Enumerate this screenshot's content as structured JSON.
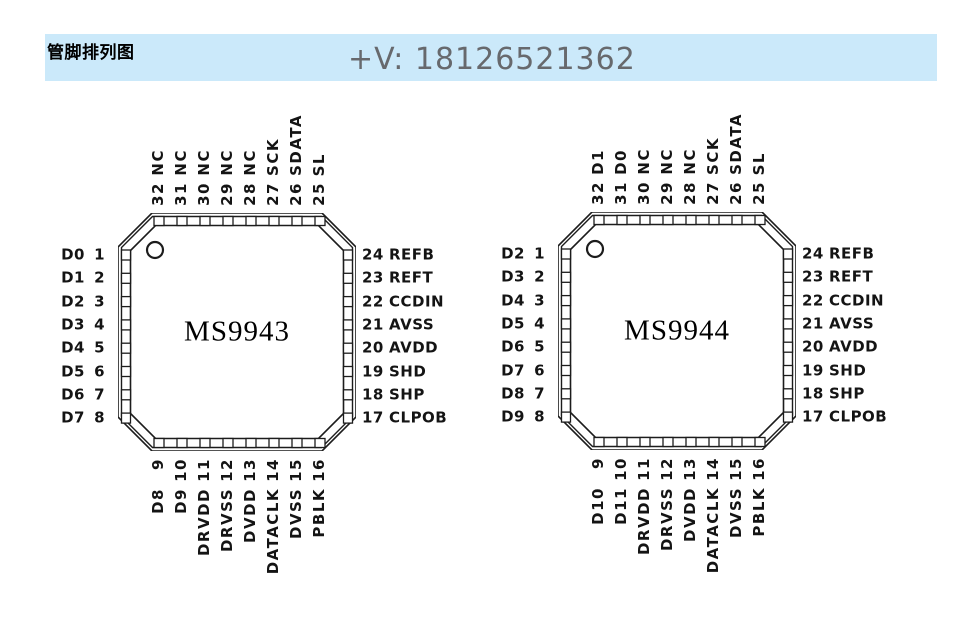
{
  "header": {
    "title": "管脚排列图",
    "watermark": "+V: 18126521362",
    "bar_color": "#cbe9fa",
    "watermark_color": "#67696d"
  },
  "chips": [
    {
      "name": "MS9943",
      "pin_one_marker": "circle-outline",
      "pins": {
        "left": [
          {
            "num": "1",
            "label": "D0"
          },
          {
            "num": "2",
            "label": "D1"
          },
          {
            "num": "3",
            "label": "D2"
          },
          {
            "num": "4",
            "label": "D3"
          },
          {
            "num": "5",
            "label": "D4"
          },
          {
            "num": "6",
            "label": "D5"
          },
          {
            "num": "7",
            "label": "D6"
          },
          {
            "num": "8",
            "label": "D7"
          }
        ],
        "bottom": [
          {
            "num": "9",
            "label": "D8"
          },
          {
            "num": "10",
            "label": "D9"
          },
          {
            "num": "11",
            "label": "DRVDD"
          },
          {
            "num": "12",
            "label": "DRVSS"
          },
          {
            "num": "13",
            "label": "DVDD"
          },
          {
            "num": "14",
            "label": "DATACLK"
          },
          {
            "num": "15",
            "label": "DVSS"
          },
          {
            "num": "16",
            "label": "PBLK"
          }
        ],
        "right": [
          {
            "num": "24",
            "label": "REFB"
          },
          {
            "num": "23",
            "label": "REFT"
          },
          {
            "num": "22",
            "label": "CCDIN"
          },
          {
            "num": "21",
            "label": "AVSS"
          },
          {
            "num": "20",
            "label": "AVDD"
          },
          {
            "num": "19",
            "label": "SHD"
          },
          {
            "num": "18",
            "label": "SHP"
          },
          {
            "num": "17",
            "label": "CLPOB"
          }
        ],
        "top": [
          {
            "num": "32",
            "label": "NC"
          },
          {
            "num": "31",
            "label": "NC"
          },
          {
            "num": "30",
            "label": "NC"
          },
          {
            "num": "29",
            "label": "NC"
          },
          {
            "num": "28",
            "label": "NC"
          },
          {
            "num": "27",
            "label": "SCK"
          },
          {
            "num": "26",
            "label": "SDATA"
          },
          {
            "num": "25",
            "label": "SL"
          }
        ]
      }
    },
    {
      "name": "MS9944",
      "pin_one_marker": "circle-outline",
      "pins": {
        "left": [
          {
            "num": "1",
            "label": "D2"
          },
          {
            "num": "2",
            "label": "D3"
          },
          {
            "num": "3",
            "label": "D4"
          },
          {
            "num": "4",
            "label": "D5"
          },
          {
            "num": "5",
            "label": "D6"
          },
          {
            "num": "6",
            "label": "D7"
          },
          {
            "num": "7",
            "label": "D8"
          },
          {
            "num": "8",
            "label": "D9"
          }
        ],
        "bottom": [
          {
            "num": "9",
            "label": "D10"
          },
          {
            "num": "10",
            "label": "D11"
          },
          {
            "num": "11",
            "label": "DRVDD"
          },
          {
            "num": "12",
            "label": "DRVSS"
          },
          {
            "num": "13",
            "label": "DVDD"
          },
          {
            "num": "14",
            "label": "DATACLK"
          },
          {
            "num": "15",
            "label": "DVSS"
          },
          {
            "num": "16",
            "label": "PBLK"
          }
        ],
        "right": [
          {
            "num": "24",
            "label": "REFB"
          },
          {
            "num": "23",
            "label": "REFT"
          },
          {
            "num": "22",
            "label": "CCDIN"
          },
          {
            "num": "21",
            "label": "AVSS"
          },
          {
            "num": "20",
            "label": "AVDD"
          },
          {
            "num": "19",
            "label": "SHD"
          },
          {
            "num": "18",
            "label": "SHP"
          },
          {
            "num": "17",
            "label": "CLPOB"
          }
        ],
        "top": [
          {
            "num": "32",
            "label": "D1"
          },
          {
            "num": "31",
            "label": "D0"
          },
          {
            "num": "30",
            "label": "NC"
          },
          {
            "num": "29",
            "label": "NC"
          },
          {
            "num": "28",
            "label": "NC"
          },
          {
            "num": "27",
            "label": "SCK"
          },
          {
            "num": "26",
            "label": "SDATA"
          },
          {
            "num": "25",
            "label": "SL"
          }
        ]
      }
    }
  ]
}
